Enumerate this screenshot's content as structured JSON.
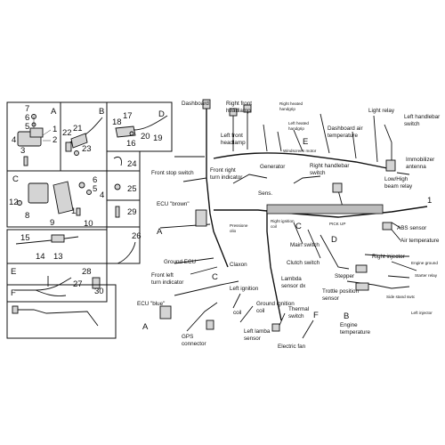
{
  "sections": {
    "A": {
      "letter": "A",
      "numbers": [
        "7",
        "6",
        "5",
        "1",
        "2",
        "4",
        "3"
      ]
    },
    "B": {
      "letter": "B",
      "numbers": [
        "22",
        "21",
        "23"
      ]
    },
    "C": {
      "letter": "C",
      "numbers": [
        "6",
        "5",
        "4",
        "12",
        "8",
        "9",
        "10",
        "11"
      ]
    },
    "D": {
      "letter": "D",
      "numbers": [
        "17",
        "18",
        "16",
        "20",
        "19"
      ]
    },
    "small": {
      "numbers": [
        "24",
        "25",
        "29",
        "26"
      ]
    },
    "row15": {
      "numbers": [
        "15",
        "14",
        "13"
      ]
    },
    "E": {
      "letter": "E",
      "numbers": [
        "28",
        "27"
      ]
    },
    "F": {
      "letter": "F",
      "numbers": [
        "30"
      ]
    }
  },
  "main_labels": {
    "dashboard": "Dashboard",
    "right_front_headlamp_1": "Right front",
    "right_front_headlamp_2": "headlamp",
    "right_heated_handgrip_1": "Right heated",
    "right_heated_handgrip_2": "handgrip",
    "left_front_headlamp_1": "Left front",
    "left_front_headlamp_2": "headlamp",
    "left_heated_handgrip_1": "Left heated",
    "left_heated_handgrip_2": "handgrip",
    "dashboard_air_temp_1": "Dashboard air",
    "dashboard_air_temp_2": "temperature",
    "windscreen_motor": "Windscreen motor",
    "light_relay": "Light relay",
    "left_handlebar_switch_1": "Left handlebar",
    "left_handlebar_switch_2": "switch",
    "immobilizer_1": "Immobilizer",
    "immobilizer_2": "antenna",
    "low_high_beam_1": "Low/High",
    "low_high_beam_2": "beam relay",
    "front_stop_switch": "Front stop switch",
    "front_right_turn_1": "Front right",
    "front_right_turn_2": "turn indicator",
    "generator": "Generator",
    "sens": "Sens.",
    "right_handlebar_switch_1": "Right handlebar",
    "right_handlebar_switch_2": "switch",
    "ecu_brown": "ECU \"brown\"",
    "pressione_olio_1": "Pressione",
    "pressione_olio_2": "olio",
    "right_ignition_coil_1": "Right ignition",
    "right_ignition_coil_2": "coil",
    "pick_up": "PICK UP",
    "abs_sensor": "ABS sensor",
    "air_temperature": "Air temperature",
    "main_switch": "Main switch",
    "clutch_switch": "Clutch switch",
    "right_injector": "Right injector",
    "engine_ground": "Engine ground",
    "ground_ecu": "Ground ECU",
    "claxon": "Claxon",
    "front_left_turn_1": "Front left",
    "front_left_turn_2": "turn indicator",
    "lambda_dx_1": "Lambda",
    "lambda_dx_2": "sensor dx",
    "stepper": "Stepper",
    "trottle_position_1": "Trottle position",
    "trottle_position_2": "sensor",
    "starter_relay": "Starter relay",
    "side_stand": "Side stand swtc",
    "ecu_blue": "ECU \"blue\"",
    "left_ignition_coil_1": "Left ignition",
    "left_ignition_coil_2": "coil",
    "ground_ignition_coil_1": "Ground ignition",
    "ground_ignition_coil_2": "coil",
    "thermal_switch_1": "Thermal",
    "thermal_switch_2": "switch",
    "engine_temp_1": "Engine",
    "engine_temp_2": "temperature",
    "left_injector": "Left injector",
    "gps_1": "GPS",
    "gps_2": "connector",
    "left_lamba_1": "Left lamba",
    "left_lamba_2": "sensor",
    "electric_fan": "Electric fan"
  },
  "main_letters": {
    "E": "E",
    "C_top": "C",
    "D": "D",
    "B": "B",
    "A_top": "A",
    "A_bottom": "A",
    "C_bottom": "C",
    "F": "F"
  },
  "main_number": "1"
}
